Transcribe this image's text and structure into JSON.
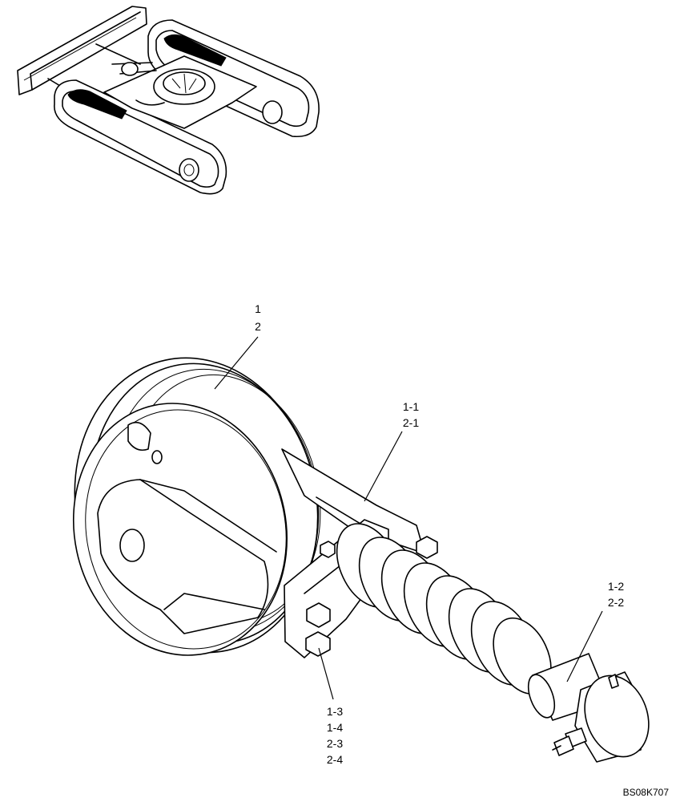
{
  "callouts": {
    "idler": [
      "1",
      "2"
    ],
    "bracket": [
      "1-1",
      "2-1"
    ],
    "cylinder": [
      "1-2",
      "2-2"
    ],
    "bolts": [
      "1-3",
      "1-4",
      "2-3",
      "2-4"
    ]
  },
  "figure_code": "BS08K707"
}
